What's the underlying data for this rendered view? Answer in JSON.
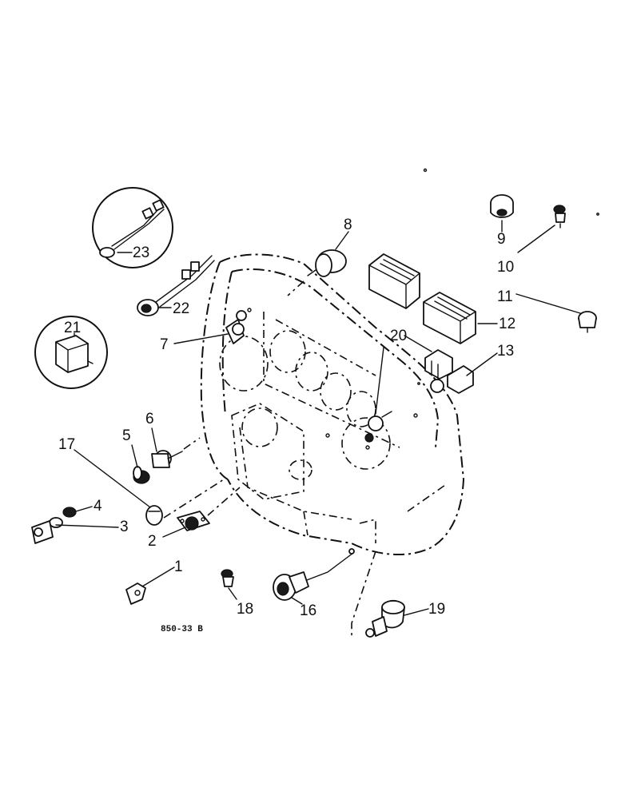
{
  "diagram": {
    "reference_code": "850-33 B",
    "callouts": [
      {
        "id": "1",
        "label": "1"
      },
      {
        "id": "2",
        "label": "2"
      },
      {
        "id": "3",
        "label": "3"
      },
      {
        "id": "4",
        "label": "4"
      },
      {
        "id": "5",
        "label": "5"
      },
      {
        "id": "6",
        "label": "6"
      },
      {
        "id": "7",
        "label": "7"
      },
      {
        "id": "8",
        "label": "8"
      },
      {
        "id": "9",
        "label": "9"
      },
      {
        "id": "10",
        "label": "10"
      },
      {
        "id": "11",
        "label": "11"
      },
      {
        "id": "12",
        "label": "12"
      },
      {
        "id": "13",
        "label": "13"
      },
      {
        "id": "16",
        "label": "16"
      },
      {
        "id": "17",
        "label": "17"
      },
      {
        "id": "18",
        "label": "18"
      },
      {
        "id": "19",
        "label": "19"
      },
      {
        "id": "20",
        "label": "20"
      },
      {
        "id": "21",
        "label": "21"
      },
      {
        "id": "22",
        "label": "22"
      },
      {
        "id": "23",
        "label": "23"
      }
    ]
  }
}
